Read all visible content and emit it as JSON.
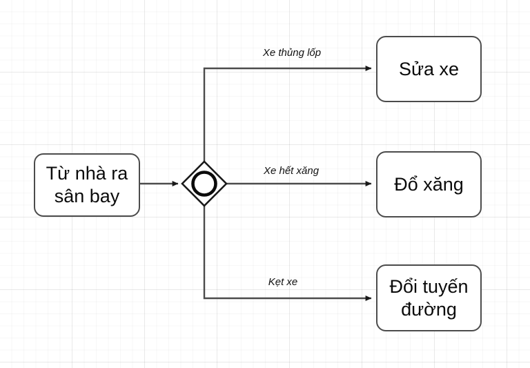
{
  "diagram": {
    "type": "bpmn-event-based-gateway-flow",
    "background": "grid-paper",
    "stroke_color": "#4b4b4b",
    "text_color": "#0b0b0b",
    "nodes": [
      {
        "id": "start-task",
        "shape": "rounded-rectangle",
        "label": "Từ nhà ra\nsân bay"
      },
      {
        "id": "gateway",
        "shape": "event-based-gateway",
        "label": ""
      },
      {
        "id": "repair-vehicle",
        "shape": "rounded-rectangle",
        "label": "Sửa xe"
      },
      {
        "id": "refuel",
        "shape": "rounded-rectangle",
        "label": "Đổ xăng"
      },
      {
        "id": "change-route",
        "shape": "rounded-rectangle",
        "label": "Đổi tuyến\nđường"
      }
    ],
    "edges": [
      {
        "id": "start-to-gateway",
        "label": ""
      },
      {
        "id": "gateway-to-repair",
        "label": "Xe thủng lốp"
      },
      {
        "id": "gateway-to-refuel",
        "label": "Xe hết xăng"
      },
      {
        "id": "gateway-to-change-route",
        "label": "Kẹt xe"
      }
    ]
  }
}
